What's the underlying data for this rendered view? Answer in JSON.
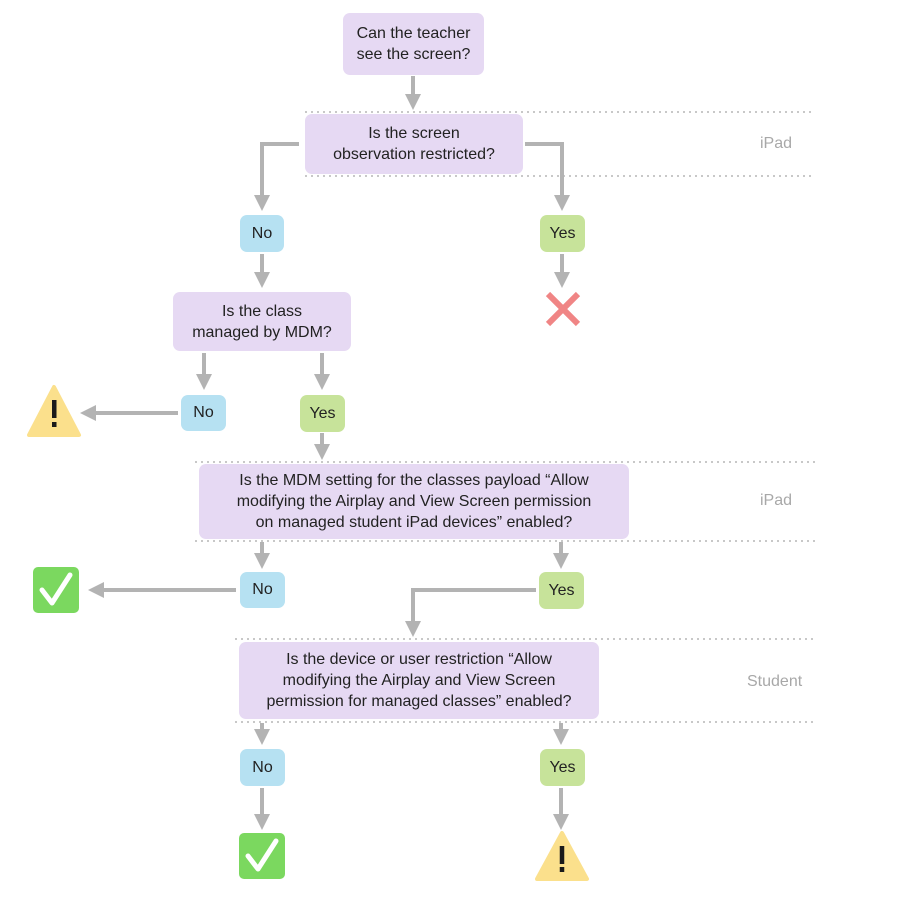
{
  "questions": {
    "q1": [
      "Can the teacher",
      "see the screen?"
    ],
    "q2": [
      "Is the screen",
      "observation restricted?"
    ],
    "q3": [
      "Is the class",
      "managed by MDM?"
    ],
    "q4": [
      "Is the MDM setting for the classes payload “Allow",
      "modifying the Airplay and View Screen permission",
      "on managed student iPad devices” enabled?"
    ],
    "q5": [
      "Is the device or user restriction “Allow",
      "modifying the Airplay and View Screen",
      "permission for managed classes” enabled?"
    ]
  },
  "answers": {
    "no": "No",
    "yes": "Yes"
  },
  "lanes": {
    "lane1": "iPad",
    "lane2": "iPad",
    "lane3": "Student"
  },
  "outcomes": {
    "q2_yes": "error-x-icon",
    "q3_no": "warning-icon",
    "q4_no": "success-check-icon",
    "q5_no": "success-check-icon",
    "q5_yes": "warning-icon"
  },
  "colors": {
    "question": "#e6d9f3",
    "no": "#b6e1f2",
    "yes": "#c7e39a",
    "arrow": "#b3b3b3",
    "lane_line": "#c8c8c8",
    "lane_label": "#a8a8a8",
    "error": "#f08585",
    "warning": "#fbe08c",
    "success": "#7bd85f"
  }
}
